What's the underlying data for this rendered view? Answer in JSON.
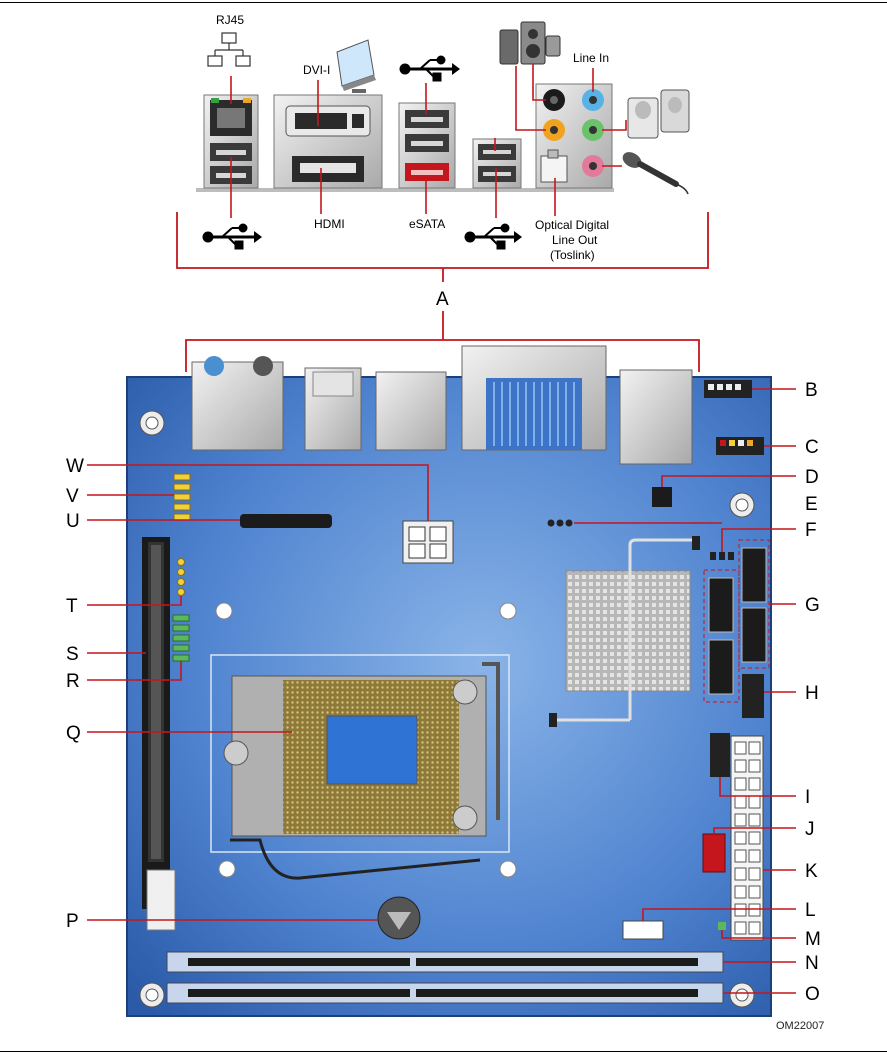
{
  "io_labels": {
    "rj45": "RJ45",
    "dvi": "DVI-I",
    "line_in": "Line In",
    "hdmi": "HDMI",
    "esata": "eSATA",
    "optical_1": "Optical Digital",
    "optical_2": "Line Out",
    "optical_3": "(Toslink)"
  },
  "callouts": {
    "A": "A",
    "B": "B",
    "C": "C",
    "D": "D",
    "E": "E",
    "F": "F",
    "G": "G",
    "H": "H",
    "I": "I",
    "J": "J",
    "K": "K",
    "L": "L",
    "M": "M",
    "N": "N",
    "O": "O",
    "P": "P",
    "Q": "Q",
    "R": "R",
    "S": "S",
    "T": "T",
    "U": "U",
    "V": "V",
    "W": "W"
  },
  "figure_id": "OM22007",
  "colors": {
    "callout_line": "#c4161c",
    "board": "#3a6fc4",
    "board_highlight": "#7aa6df",
    "board_edge": "#1d3f7a"
  },
  "icons": [
    "network-icon",
    "monitor-icon",
    "usb-icon",
    "speaker-icon",
    "microphone-icon",
    "screw-hole-icon"
  ]
}
